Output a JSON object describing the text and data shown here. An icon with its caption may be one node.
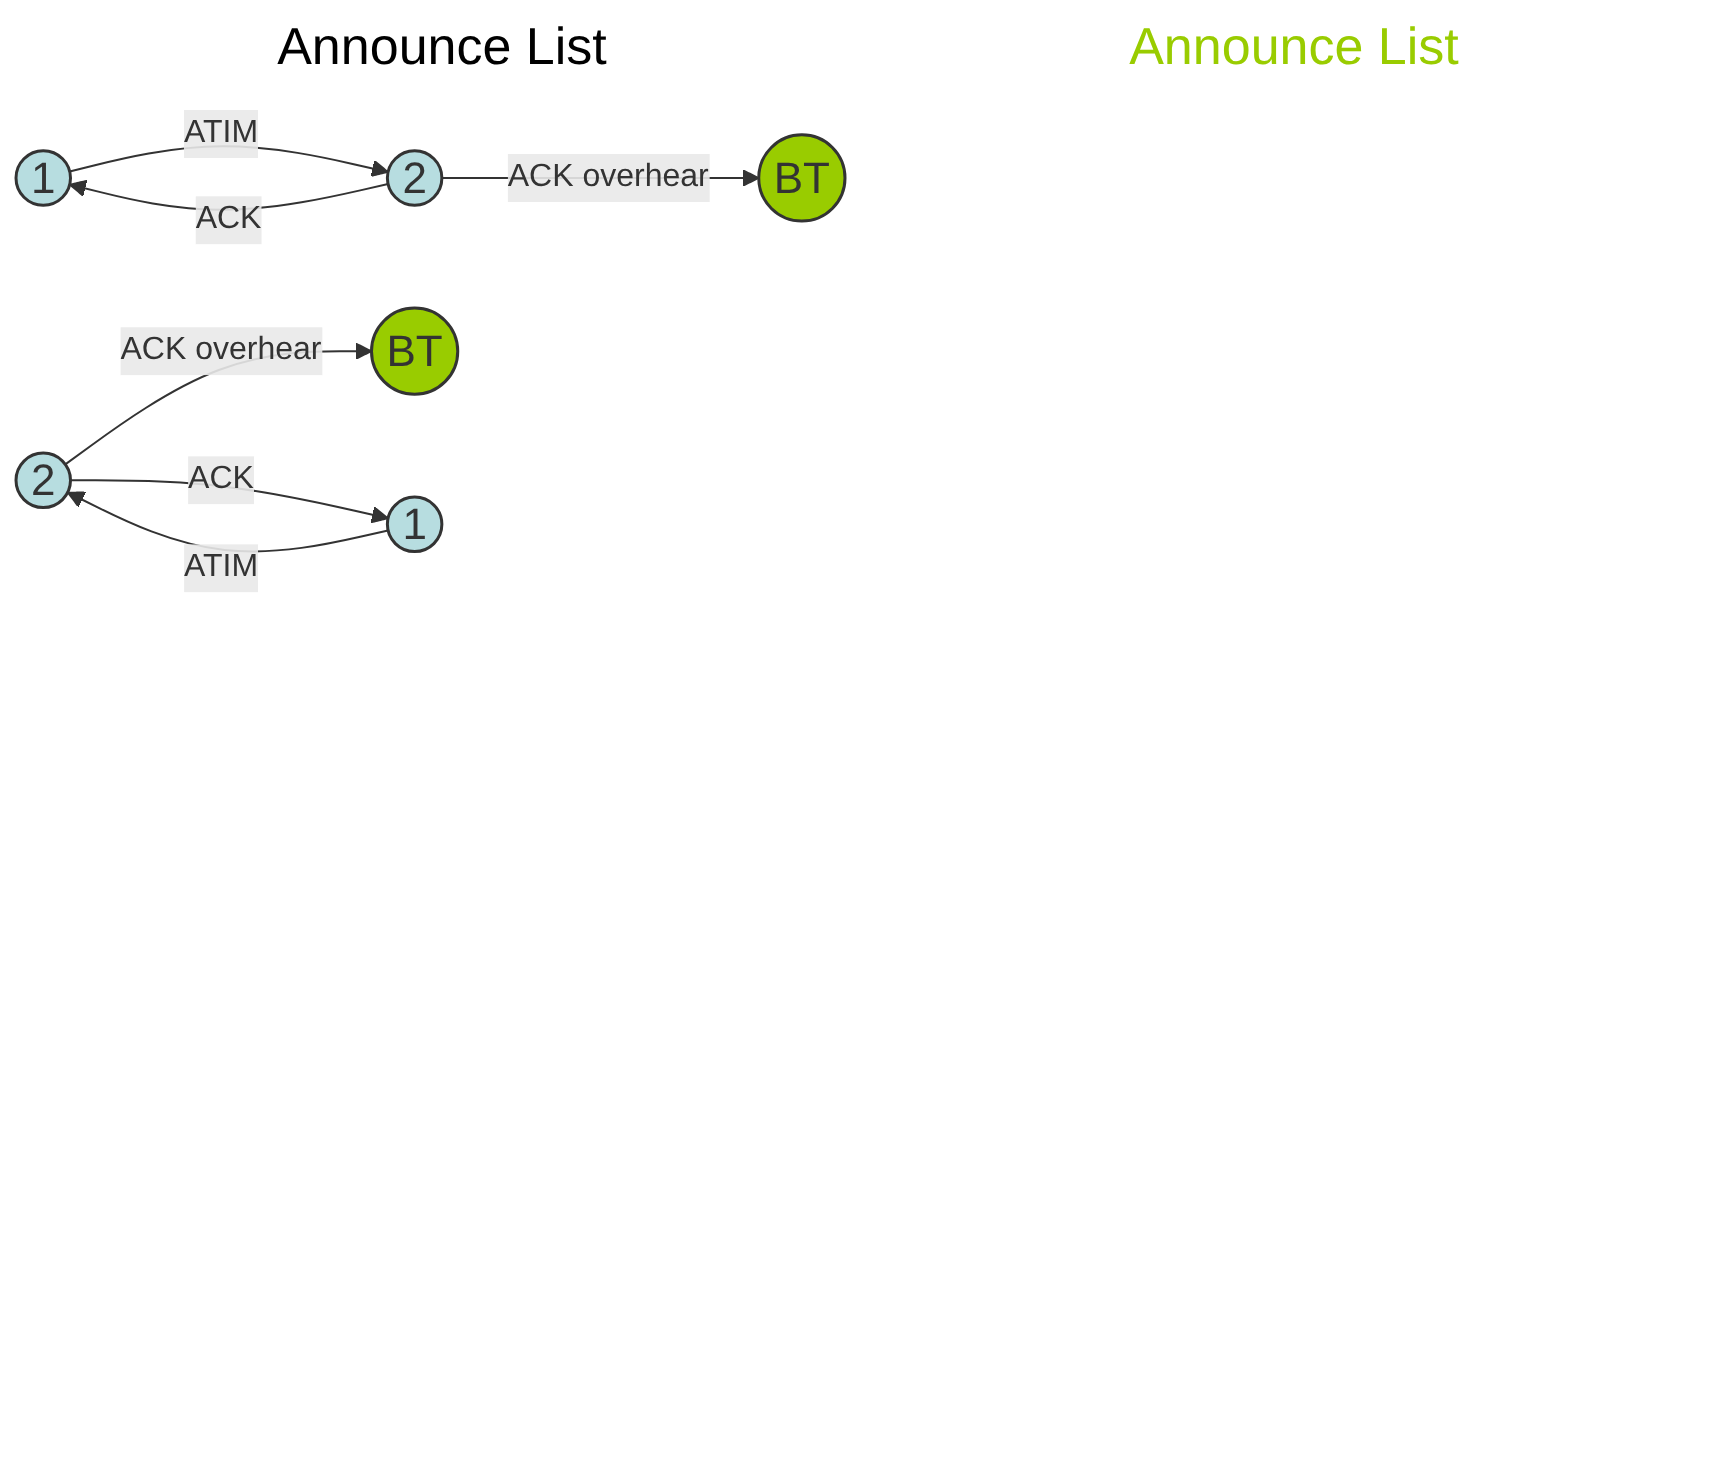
{
  "diagram": {
    "nodes": [
      {
        "text": [
          "BT"
        ]
      },
      {
        "text": [
          "1"
        ]
      },
      {
        "text": [
          "2"
        ]
      },
      {
        "text": [
          "BT"
        ]
      },
      {
        "text": [
          "2"
        ]
      },
      {
        "text": [
          "1"
        ]
      }
    ],
    "edges": [
      {
        "from": 1,
        "to": 2,
        "arrow": "to",
        "label": "ATIM"
      },
      {
        "from": 2,
        "to": 1,
        "arrow": "to",
        "label": "ACK"
      },
      {
        "from": 2,
        "to": 0,
        "arrow": "to",
        "label": "ACK overhear"
      },
      {
        "from": 5,
        "to": 4,
        "arrow": "to",
        "label": "ATIM"
      },
      {
        "from": 4,
        "to": 5,
        "arrow": "to",
        "label": "ACK"
      },
      {
        "from": 4,
        "to": 3,
        "arrow": "to",
        "label": "ACK overhear"
      }
    ],
    "labels": [
      "Announce List",
      "Announce List"
    ]
  }
}
